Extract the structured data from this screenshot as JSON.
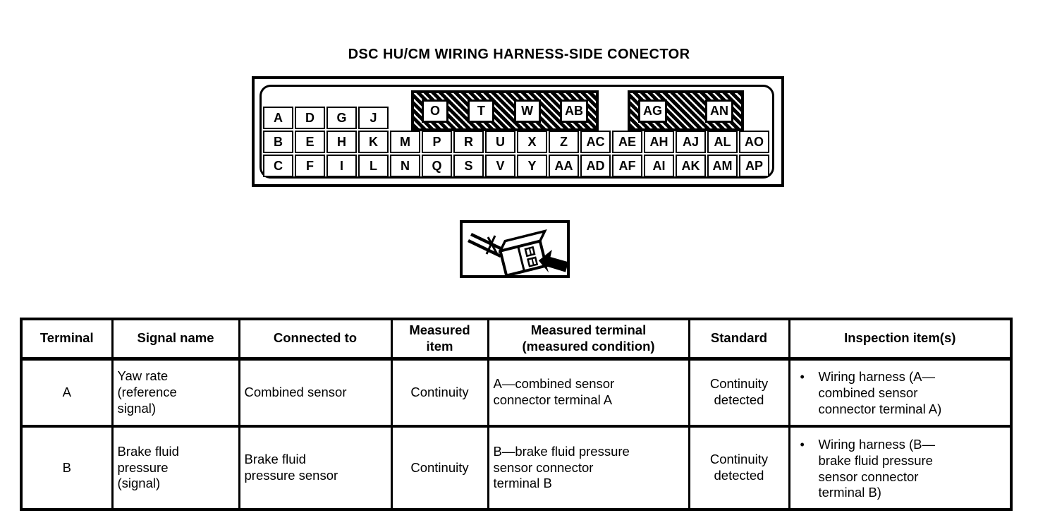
{
  "connector": {
    "title": "DSC HU/CM WIRING HARNESS-SIDE CONECTOR",
    "band1": [
      "O",
      "T",
      "W",
      "AB"
    ],
    "band2": [
      "AG",
      "AN"
    ],
    "row_top": [
      "A",
      "D",
      "G",
      "J"
    ],
    "row_mid": [
      "B",
      "E",
      "H",
      "K",
      "M",
      "P",
      "R",
      "U",
      "X",
      "Z",
      "AC",
      "AE",
      "AH",
      "AJ",
      "AL",
      "AO"
    ],
    "row_bottom": [
      "C",
      "F",
      "I",
      "L",
      "N",
      "Q",
      "S",
      "V",
      "Y",
      "AA",
      "AD",
      "AF",
      "AI",
      "AK",
      "AM",
      "AP"
    ]
  },
  "icon": {
    "name": "harness-connector-with-arrow"
  },
  "table": {
    "bullet_glyph": "•",
    "headers": {
      "terminal": "Terminal",
      "signal": "Signal name",
      "connected": "Connected to",
      "measured_item": "Measured\nitem",
      "measured_terminal": "Measured terminal\n(measured condition)",
      "standard": "Standard",
      "inspection": "Inspection item(s)"
    },
    "rows": [
      {
        "terminal": "A",
        "signal": "Yaw rate\n(reference\nsignal)",
        "connected": "Combined sensor",
        "measured_item": "Continuity",
        "measured_terminal": "A—combined sensor\nconnector terminal A",
        "standard": "Continuity\ndetected",
        "inspection": "Wiring harness (A—\ncombined sensor\nconnector terminal A)"
      },
      {
        "terminal": "B",
        "signal": "Brake fluid\npressure\n(signal)",
        "connected": "Brake fluid\npressure sensor",
        "measured_item": "Continuity",
        "measured_terminal": "B—brake fluid pressure\nsensor connector\nterminal B",
        "standard": "Continuity\ndetected",
        "inspection": "Wiring harness (B—\nbrake fluid pressure\nsensor connector\nterminal B)"
      }
    ]
  }
}
